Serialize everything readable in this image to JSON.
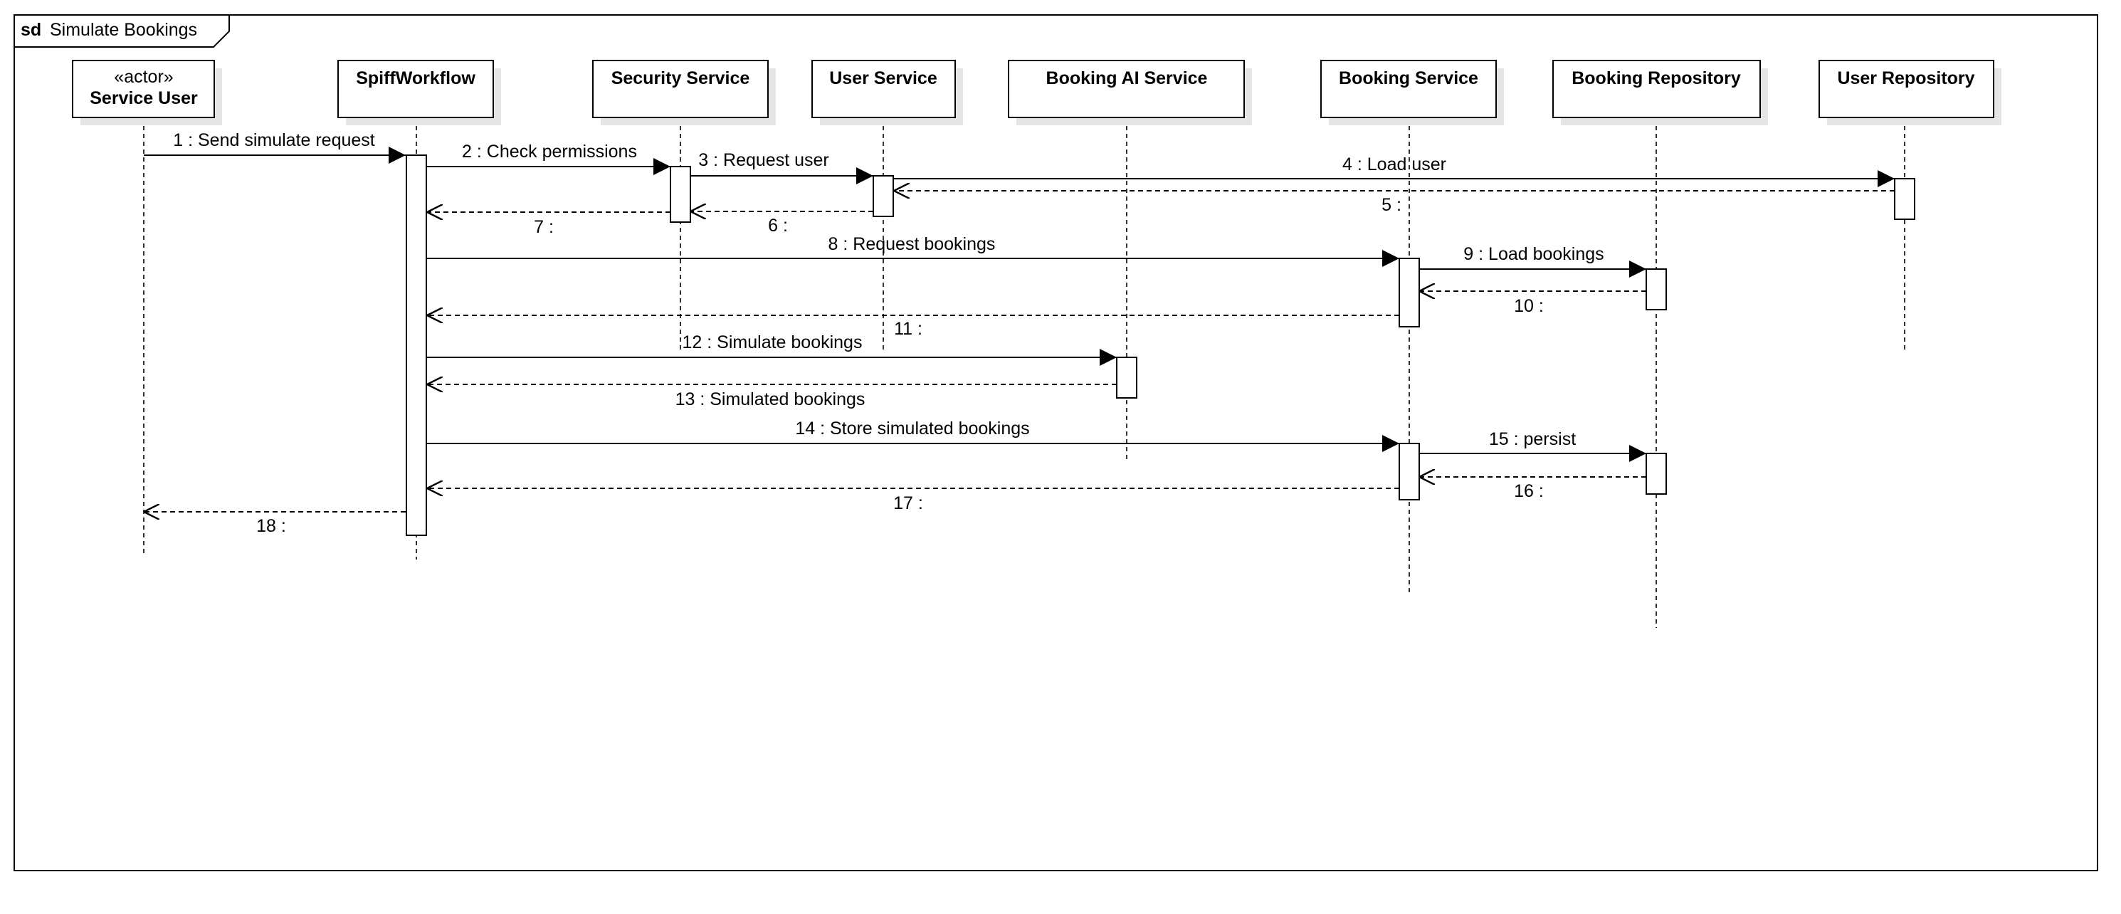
{
  "frame": {
    "keyword": "sd",
    "name": "Simulate Bookings"
  },
  "lifelines": [
    {
      "id": "service-user",
      "stereotype": "«actor»",
      "name": "Service User"
    },
    {
      "id": "spiff-workflow",
      "name": "SpiffWorkflow"
    },
    {
      "id": "security-service",
      "name": "Security Service"
    },
    {
      "id": "user-service",
      "name": "User Service"
    },
    {
      "id": "booking-ai-service",
      "name": "Booking AI Service"
    },
    {
      "id": "booking-service",
      "name": "Booking Service"
    },
    {
      "id": "booking-repository",
      "name": "Booking Repository"
    },
    {
      "id": "user-repository",
      "name": "User Repository"
    }
  ],
  "messages": [
    {
      "seq": 1,
      "label": "1 : Send simulate request",
      "from": "service-user",
      "to": "spiff-workflow",
      "kind": "sync"
    },
    {
      "seq": 2,
      "label": "2 : Check permissions",
      "from": "spiff-workflow",
      "to": "security-service",
      "kind": "sync"
    },
    {
      "seq": 3,
      "label": "3 : Request user",
      "from": "security-service",
      "to": "user-service",
      "kind": "sync"
    },
    {
      "seq": 4,
      "label": "4 : Load user",
      "from": "user-service",
      "to": "user-repository",
      "kind": "sync"
    },
    {
      "seq": 5,
      "label": "5 :",
      "from": "user-repository",
      "to": "user-service",
      "kind": "reply"
    },
    {
      "seq": 6,
      "label": "6 :",
      "from": "user-service",
      "to": "security-service",
      "kind": "reply"
    },
    {
      "seq": 7,
      "label": "7 :",
      "from": "security-service",
      "to": "spiff-workflow",
      "kind": "reply"
    },
    {
      "seq": 8,
      "label": "8 : Request bookings",
      "from": "spiff-workflow",
      "to": "booking-service",
      "kind": "sync"
    },
    {
      "seq": 9,
      "label": "9 : Load bookings",
      "from": "booking-service",
      "to": "booking-repository",
      "kind": "sync"
    },
    {
      "seq": 10,
      "label": "10 :",
      "from": "booking-repository",
      "to": "booking-service",
      "kind": "reply"
    },
    {
      "seq": 11,
      "label": "11 :",
      "from": "booking-service",
      "to": "spiff-workflow",
      "kind": "reply"
    },
    {
      "seq": 12,
      "label": "12 : Simulate bookings",
      "from": "spiff-workflow",
      "to": "booking-ai-service",
      "kind": "sync"
    },
    {
      "seq": 13,
      "label": "13 : Simulated bookings",
      "from": "booking-ai-service",
      "to": "spiff-workflow",
      "kind": "reply"
    },
    {
      "seq": 14,
      "label": "14 : Store simulated bookings",
      "from": "spiff-workflow",
      "to": "booking-service",
      "kind": "sync"
    },
    {
      "seq": 15,
      "label": "15 : persist",
      "from": "booking-service",
      "to": "booking-repository",
      "kind": "sync"
    },
    {
      "seq": 16,
      "label": "16 :",
      "from": "booking-repository",
      "to": "booking-service",
      "kind": "reply"
    },
    {
      "seq": 17,
      "label": "17 :",
      "from": "booking-service",
      "to": "spiff-workflow",
      "kind": "reply"
    },
    {
      "seq": 18,
      "label": "18 :",
      "from": "spiff-workflow",
      "to": "service-user",
      "kind": "reply"
    }
  ]
}
